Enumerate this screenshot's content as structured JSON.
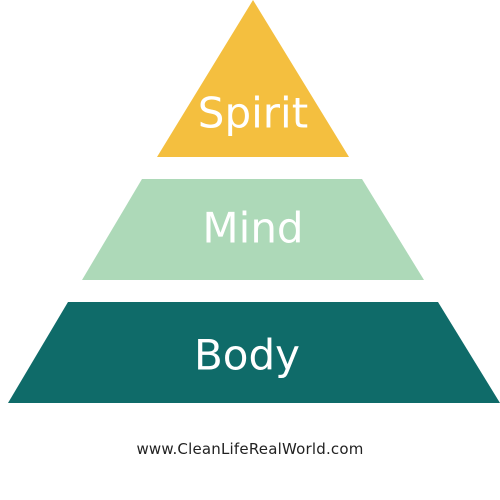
{
  "diagram": {
    "tiers": [
      {
        "label": "Spirit",
        "color": "#f4bf3f"
      },
      {
        "label": "Mind",
        "color": "#add9b8"
      },
      {
        "label": "Body",
        "color": "#0f6b69"
      }
    ]
  },
  "footer": {
    "website": "www.CleanLifeRealWorld.com"
  }
}
